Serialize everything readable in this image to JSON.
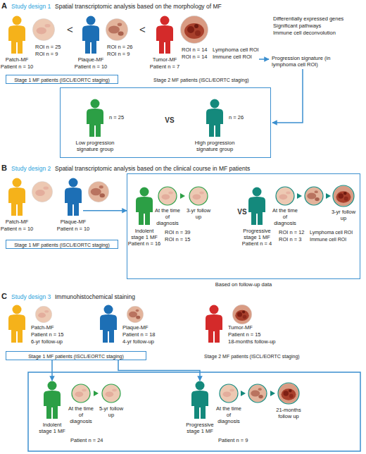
{
  "diagram": {
    "nodes": [
      {
        "text": [
          "Patch-MF",
          "Patient n = 10"
        ]
      },
      {
        "text": [
          "Plaque-MF",
          "Patient n = 10"
        ]
      },
      {
        "text": [
          "Tumor-MF",
          "Patient n = 7"
        ]
      },
      {
        "text": [
          "Stage 1 MF patients (ISCL/EORTC staging)"
        ]
      },
      {
        "text": [
          "VS"
        ]
      },
      {
        "text": [
          "n = 25",
          "Low progression signature group"
        ],
        "in": 4
      },
      {
        "text": [
          "n = 26",
          "High progression signature group"
        ],
        "in": 4
      },
      {
        "text": [
          "Patch-MF",
          "Patient n = 10"
        ]
      },
      {
        "text": [
          "Plaque-MF",
          "Patient n = 10"
        ]
      },
      {
        "text": [
          "Stage 1 MF patients (ISCL/EORTC staging)"
        ]
      },
      {
        "text": [
          "VS"
        ]
      },
      {
        "text": [
          "Indolent stage 1 MF",
          "Patient n = 16"
        ],
        "in": 10
      },
      {
        "text": [
          "Progressive stage 1 MF",
          "Patient n = 4"
        ],
        "in": 10
      },
      {
        "text": [
          "Patch-MF",
          "Patient n = 15",
          "6-yr follow-up"
        ]
      },
      {
        "text": [
          "Plaque-MF",
          "Patient n = 18",
          "4-yr follow-up"
        ]
      },
      {
        "text": [
          "Tumor-MF",
          "Patient n = 15",
          "18-months follow-up"
        ]
      },
      {
        "text": [
          "Stage 1 MF patients (ISCL/EORTC staging)"
        ]
      },
      {
        "text": [
          "Indolent stage 1 MF",
          "Patient n = 24"
        ]
      },
      {
        "text": [
          "Progressive stage 1 MF",
          "Patient n = 9"
        ]
      }
    ],
    "edges": [
      {
        "from": 8,
        "to": 10,
        "arrow": "to"
      },
      {
        "from": 16,
        "to": 17,
        "arrow": "to"
      },
      {
        "from": 16,
        "to": 18,
        "arrow": "to"
      }
    ],
    "labels": [
      "A",
      "Study design 1",
      "Spatial transcriptomic analysis based on the morphology of MF",
      "ROI n = 25",
      "ROI n = 9",
      "<",
      "ROI n = 26",
      "ROI n = 9",
      "<",
      "ROI n = 14",
      "ROI n = 14",
      "Lymphoma cell ROI",
      "Immune cell ROI",
      "Differentially expressed genes",
      "Significant pathways",
      "Immune cell deconvolution",
      "Progression signature (in lymphoma cell ROI)",
      "Stage 2 MF patients (ISCL/EORTC staging)",
      "B",
      "Study design 2",
      "Spatial transcriptomic analysis based on the clinical course in MF patients",
      "At the time of diagnosis",
      "3-yr follow up",
      "ROI n = 39",
      "ROI n = 15",
      "At the time of diagnosis",
      "3-yr follow up",
      "ROI n = 12",
      "ROI n = 3",
      "Lymphoma cell ROI",
      "Immune cell ROI",
      "Based on follow-up data",
      "C",
      "Study design 3",
      "Immunohistochemical staining",
      "Stage 2 MF patients (ISCL/EORTC staging)",
      "At the time of diagnosis",
      "5-yr follow up",
      "At the time of diagnosis",
      "21-months follow up"
    ]
  }
}
